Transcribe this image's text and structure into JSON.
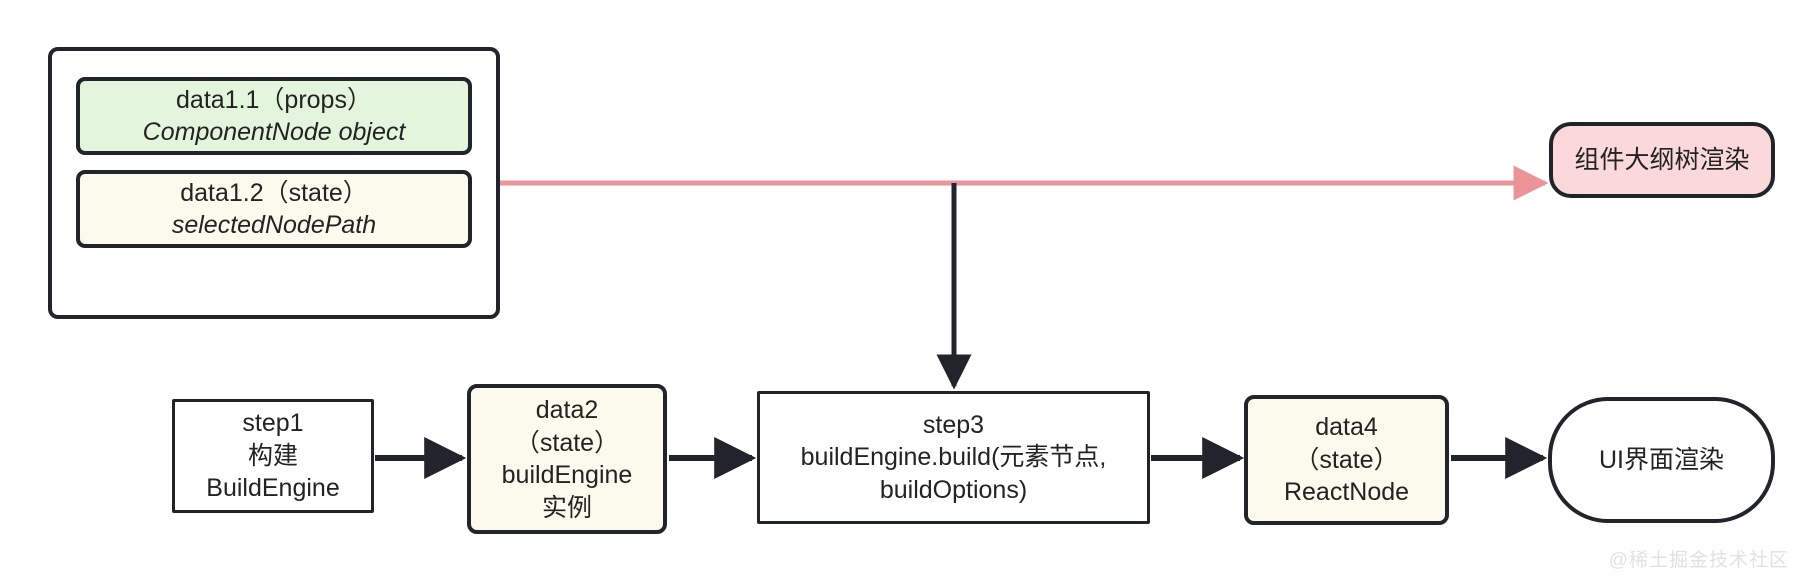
{
  "diagram": {
    "title_watermark": "@稀土掘金技术社区",
    "colors": {
      "stroke": "#21252b",
      "green_fill": "#e3f5dd",
      "cream_fill": "#fbfaed",
      "pink_fill": "#fbd9da",
      "pink_edge": "#ea9398",
      "white_fill": "#ffffff",
      "text": "#232323",
      "watermark": "#e2e2e4"
    },
    "nodes": {
      "group_container": {
        "label": ""
      },
      "data11": {
        "line1": "data1.1（props）",
        "line2": "ComponentNode object"
      },
      "data12": {
        "line1": "data1.2（state）",
        "line2": "selectedNodePath"
      },
      "outline_render": {
        "line1": "组件大纲树渲染"
      },
      "step1": {
        "line1": "step1",
        "line2": "构建",
        "line3": "BuildEngine"
      },
      "data2": {
        "line1": "data2",
        "line2": "（state）",
        "line3": "buildEngine",
        "line4": "实例"
      },
      "step3": {
        "line1": "step3",
        "line2": "buildEngine.build(元素节点,",
        "line3": "buildOptions)"
      },
      "data4": {
        "line1": "data4",
        "line2": "（state）",
        "line3": "ReactNode"
      },
      "ui_render": {
        "line1": "UI界面渲染"
      }
    },
    "edges": [
      {
        "id": "edge-group-to-outline",
        "from": "group_container",
        "to": "outline_render",
        "color": "#ea9398",
        "style": "solid-arrow"
      },
      {
        "id": "edge-group-to-step3",
        "from": "group_container",
        "to": "step3",
        "color": "#21252b",
        "style": "solid-arrow"
      },
      {
        "id": "edge-step1-to-data2",
        "from": "step1",
        "to": "data2",
        "color": "#21252b",
        "style": "solid-arrow"
      },
      {
        "id": "edge-data2-to-step3",
        "from": "data2",
        "to": "step3",
        "color": "#21252b",
        "style": "solid-arrow"
      },
      {
        "id": "edge-step3-to-data4",
        "from": "step3",
        "to": "data4",
        "color": "#21252b",
        "style": "solid-arrow"
      },
      {
        "id": "edge-data4-to-ui",
        "from": "data4",
        "to": "ui_render",
        "color": "#21252b",
        "style": "solid-arrow"
      }
    ]
  }
}
